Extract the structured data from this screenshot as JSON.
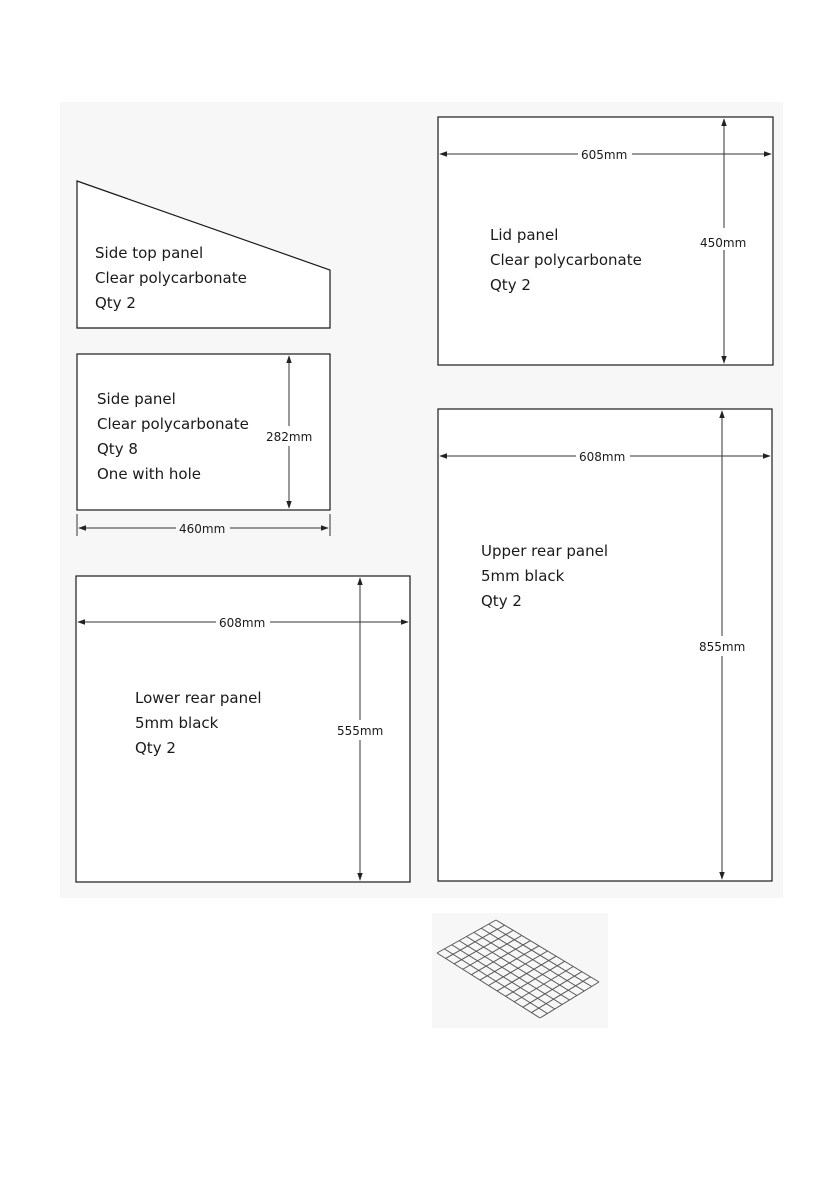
{
  "panels": {
    "side_top": {
      "lines": [
        "Side top panel",
        "Clear polycarbonate",
        "Qty 2"
      ]
    },
    "side": {
      "lines": [
        "Side panel",
        "Clear polycarbonate",
        "Qty 8",
        "One with hole"
      ],
      "width_label": "460mm",
      "height_label": "282mm"
    },
    "lower_rear": {
      "lines": [
        "Lower rear panel",
        "5mm black",
        "Qty 2"
      ],
      "width_label": "608mm",
      "height_label": "555mm"
    },
    "lid": {
      "lines": [
        "Lid panel",
        "Clear polycarbonate",
        "Qty 2"
      ],
      "width_label": "605mm",
      "height_label": "450mm"
    },
    "upper_rear": {
      "lines": [
        "Upper rear panel",
        "5mm black",
        "Qty 2"
      ],
      "width_label": "608mm",
      "height_label": "855mm"
    }
  },
  "mesh": {
    "icon": "wire-mesh-grid",
    "rows": 8,
    "cols": 12
  }
}
